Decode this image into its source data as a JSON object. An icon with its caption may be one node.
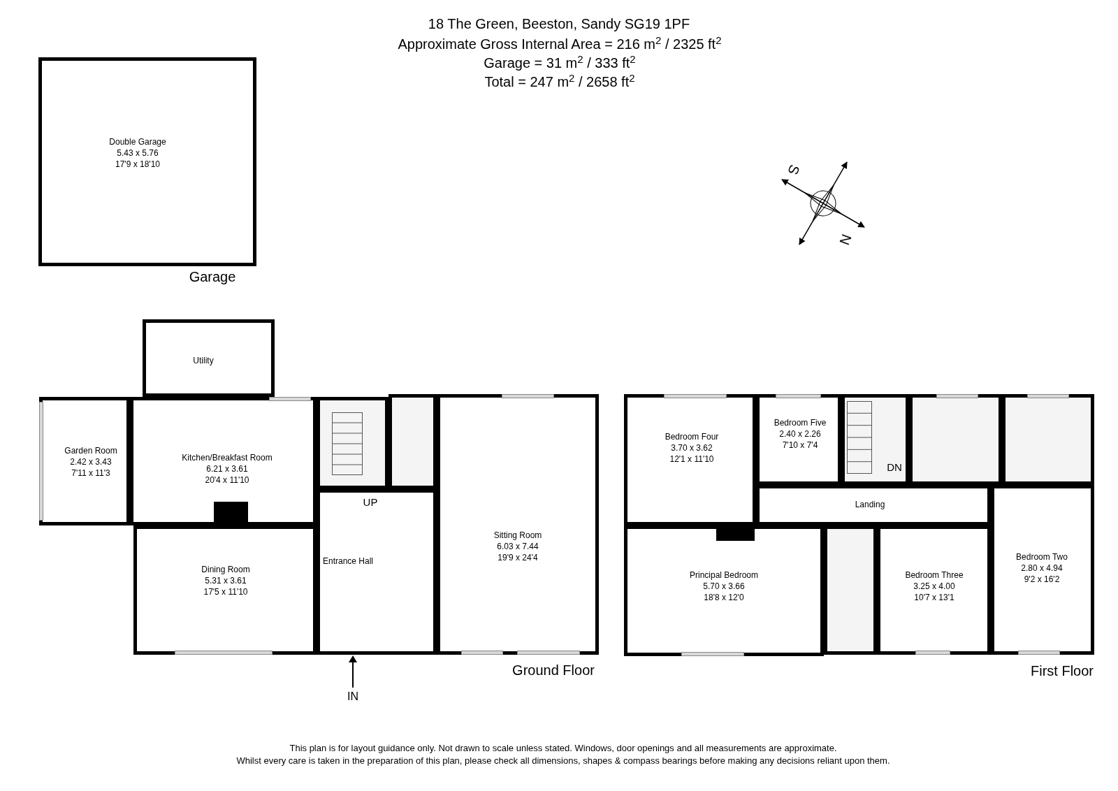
{
  "diagram": {
    "title": "18 The Green, Beeston, Sandy SG19 1PF",
    "nodes": [
      {
        "text": [
          "Double Garage",
          "5.43 x 5.76",
          "17'9 x 18'10"
        ]
      },
      {
        "text": [
          "Utility"
        ]
      },
      {
        "text": [
          "Garden Room",
          "2.42 x 3.43",
          "7'11 x 11'3"
        ]
      },
      {
        "text": [
          "Kitchen/Breakfast Room",
          "6.21 x 3.61",
          "20'4 x 11'10"
        ]
      },
      {
        "text": [
          "Dining Room",
          "5.31 x 3.61",
          "17'5 x 11'10"
        ]
      },
      {
        "text": [
          "Entrance Hall"
        ]
      },
      {
        "text": [
          "Sitting Room",
          "6.03 x 7.44",
          "19'9 x 24'4"
        ]
      },
      {
        "text": [
          "Bedroom Four",
          "3.70 x 3.62",
          "12'1 x 11'10"
        ]
      },
      {
        "text": [
          "Bedroom Five",
          "2.40 x 2.26",
          "7'10 x 7'4"
        ]
      },
      {
        "text": [
          "Landing"
        ]
      },
      {
        "text": [
          "Principal Bedroom",
          "5.70 x 3.66",
          "18'8 x 12'0"
        ]
      },
      {
        "text": [
          "Bedroom Three",
          "3.25 x 4.00",
          "10'7 x 13'1"
        ]
      },
      {
        "text": [
          "Bedroom Two",
          "2.80 x 4.94",
          "9'2 x 16'2"
        ]
      },
      {
        "text": [],
        "shape": "box"
      },
      {
        "text": [],
        "shape": "box"
      },
      {
        "text": [],
        "shape": "box"
      },
      {
        "text": [],
        "shape": "box"
      },
      {
        "text": [],
        "shape": "box"
      },
      {
        "text": [],
        "shape": "box"
      }
    ],
    "labels": [
      "Approximate Gross Internal Area = 216 m$^{2}$ / 2325 ft$^{2}$",
      "Garage = 31 m$^{2}$ / 333 ft$^{2}$",
      "Total = 247 m$^{2}$ / 2658 ft$^{2}$",
      "Garage",
      "S",
      "N",
      "UP",
      "DN",
      "Ground Floor",
      "IN",
      "First Floor",
      "This plan is for layout guidance only. Not drawn to scale unless stated. Windows, door openings and all measurements are approximate.",
      "Whilst every care is taken in the preparation of this plan, please check all dimensions, shapes & compass bearings before making any decisions reliant upon them."
    ]
  }
}
